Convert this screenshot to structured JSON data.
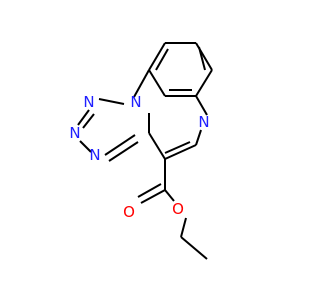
{
  "molecule": {
    "atoms": {
      "n1": {
        "symbol": "N",
        "color": "#2020ff"
      },
      "n2": {
        "symbol": "N",
        "color": "#2020ff"
      },
      "n3": {
        "symbol": "N",
        "color": "#2020ff"
      },
      "n4": {
        "symbol": "N",
        "color": "#2020ff"
      },
      "n5": {
        "symbol": "N",
        "color": "#2020ff"
      },
      "o1": {
        "symbol": "O",
        "color": "#ff0000"
      },
      "o2": {
        "symbol": "O",
        "color": "#ff0000"
      }
    },
    "bond_color": "#000000",
    "background": "#ffffff"
  }
}
